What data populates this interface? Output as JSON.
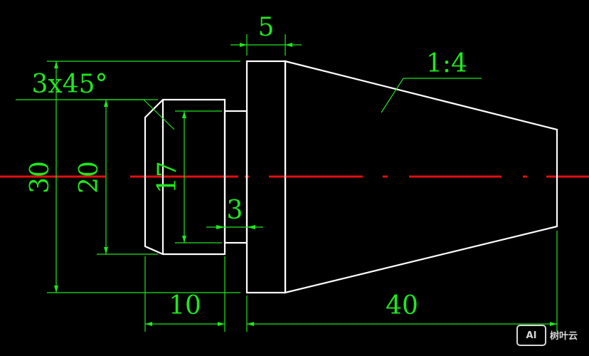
{
  "drawing": {
    "dimensions": {
      "dim_5": "5",
      "taper": "1:4",
      "chamfer": "3x45°",
      "dia_30": "30",
      "dia_20": "20",
      "dia_17": "17",
      "dim_3": "3",
      "len_10": "10",
      "len_40": "40"
    }
  },
  "watermark": {
    "logo": "AI",
    "text": "树叶云"
  },
  "colors": {
    "background": "#000000",
    "outline": "#ffffff",
    "dimension": "#1ee81e",
    "centerline": "#e01010"
  }
}
